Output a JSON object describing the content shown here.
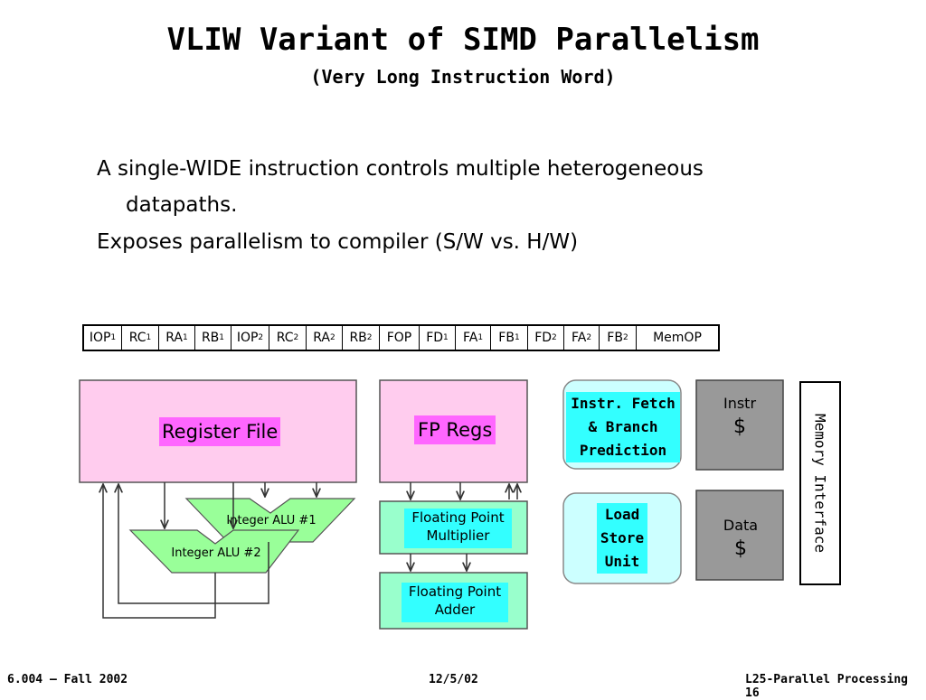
{
  "slide": {
    "title": "VLIW Variant of SIMD Parallelism",
    "subtitle": "(Very Long Instruction Word)",
    "bullets": {
      "line1": "A single-WIDE instruction controls multiple heterogeneous",
      "line1_cont": "datapaths.",
      "line2": "Exposes parallelism to compiler (S/W vs. H/W)"
    }
  },
  "instruction_word": {
    "fields": [
      {
        "name": "IOP",
        "sub": "1"
      },
      {
        "name": "RC",
        "sub": "1"
      },
      {
        "name": "RA",
        "sub": "1"
      },
      {
        "name": "RB",
        "sub": "1"
      },
      {
        "name": "IOP",
        "sub": "2"
      },
      {
        "name": "RC",
        "sub": "2"
      },
      {
        "name": "RA",
        "sub": "2"
      },
      {
        "name": "RB",
        "sub": "2"
      },
      {
        "name": "FOP",
        "sub": ""
      },
      {
        "name": "FD",
        "sub": "1"
      },
      {
        "name": "FA",
        "sub": "1"
      },
      {
        "name": "FB",
        "sub": "1"
      },
      {
        "name": "FD",
        "sub": "2"
      },
      {
        "name": "FA",
        "sub": "2"
      },
      {
        "name": "FB",
        "sub": "2"
      },
      {
        "name": "MemOP",
        "sub": ""
      }
    ]
  },
  "diagram": {
    "register_file": "Register File",
    "fp_regs": "FP Regs",
    "alu1": "Integer ALU #1",
    "alu2": "Integer ALU #2",
    "fp_multiplier_line1": "Floating Point",
    "fp_multiplier_line2": "Multiplier",
    "fp_adder_line1": "Floating Point",
    "fp_adder_line2": "Adder",
    "instr_fetch_line1": "Instr. Fetch",
    "instr_fetch_line2": "& Branch",
    "instr_fetch_line3": "Prediction",
    "load_store_line1": "Load",
    "load_store_line2": "Store",
    "load_store_line3": "Unit",
    "instr_cache_line1": "Instr",
    "instr_cache_line2": "$",
    "data_cache_line1": "Data",
    "data_cache_line2": "$",
    "memory_interface": "Memory Interface"
  },
  "colors": {
    "pink": "#ffccee",
    "magenta_label": "#ff66ff",
    "light_green": "#99ffcc",
    "alu_green": "#99ff99",
    "cyan_label": "#33ffff",
    "light_cyan": "#ccffff",
    "gray": "#999999"
  },
  "footer": {
    "left": "6.004 – Fall 2002",
    "center": "12/5/02",
    "right": "L25-Parallel Processing 16"
  }
}
